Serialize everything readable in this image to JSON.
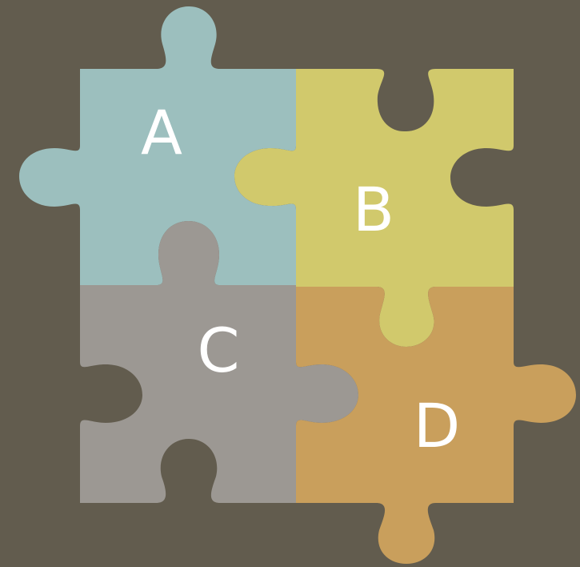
{
  "background_color": "#625c4e",
  "pieces": [
    {
      "id": "a",
      "label": "A",
      "color": "#9cbfbe"
    },
    {
      "id": "b",
      "label": "B",
      "color": "#d1c96c"
    },
    {
      "id": "c",
      "label": "C",
      "color": "#9c9893"
    },
    {
      "id": "d",
      "label": "D",
      "color": "#c99f5c"
    }
  ]
}
